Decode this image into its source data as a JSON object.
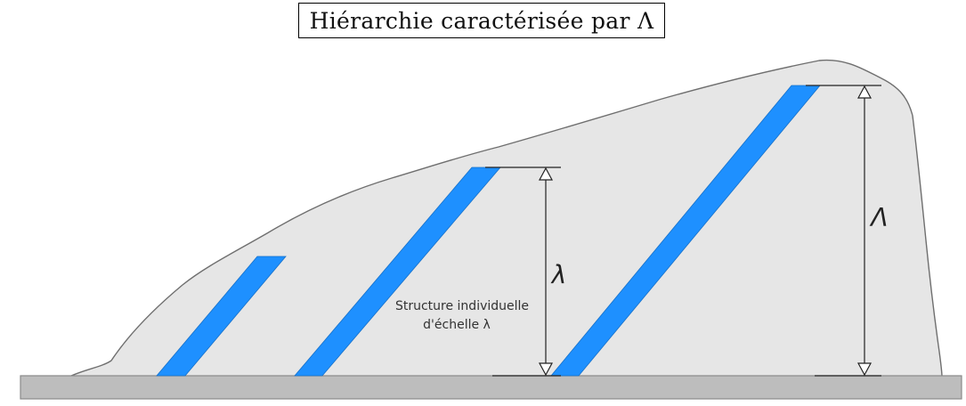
{
  "title": "Hiérarchie caractérisée par Λ",
  "labels": {
    "lambda_small": "λ",
    "lambda_big": "Λ",
    "structure_line1": "Structure individuelle",
    "structure_line2": "d'échelle λ"
  },
  "colors": {
    "rock": "#e6e6e6",
    "rock_outline": "#6f6f6f",
    "ground": "#bdbdbd",
    "stripe": "#1e90ff",
    "dimension_line": "#222222"
  }
}
